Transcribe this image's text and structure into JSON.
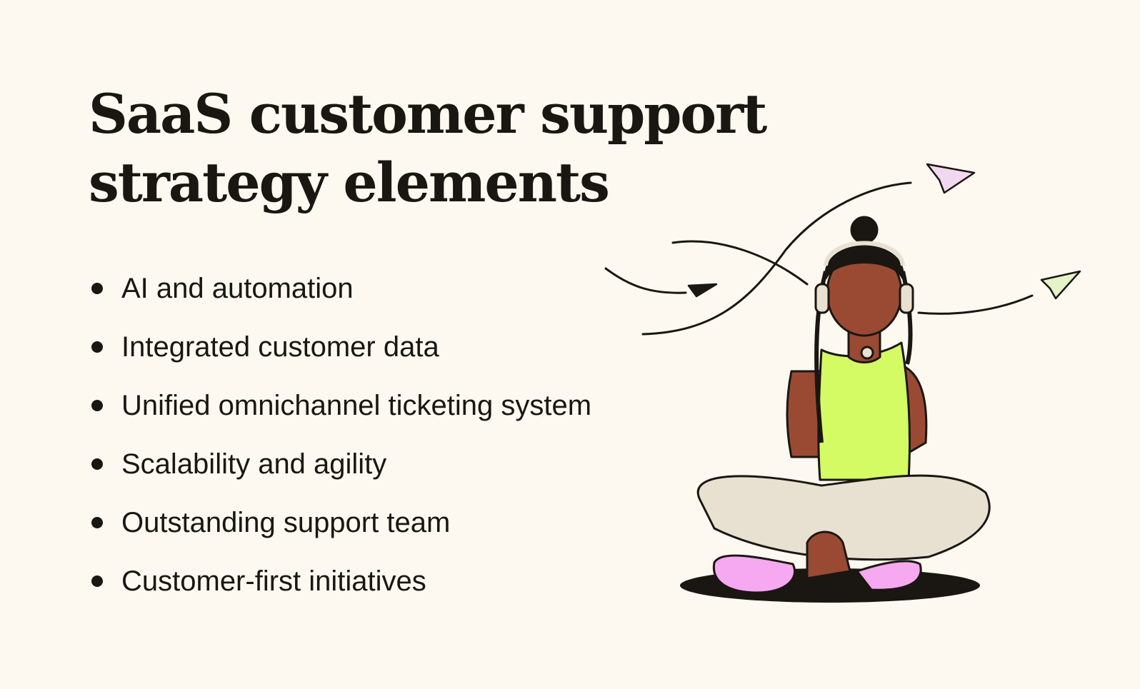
{
  "title": {
    "line1": "SaaS customer support",
    "line2": "strategy elements"
  },
  "items": [
    {
      "label": "AI and automation"
    },
    {
      "label": "Integrated customer data"
    },
    {
      "label": "Unified omnichannel ticketing system"
    },
    {
      "label": "Scalability and agility"
    },
    {
      "label": "Outstanding support team"
    },
    {
      "label": "Customer-first initiatives"
    }
  ],
  "colors": {
    "background": "#fdf9f1",
    "text": "#1a1712",
    "top": "#d4fa64",
    "shoes": "#f6a8f0",
    "skin": "#9a4a33",
    "pants": "#e8e1d1"
  },
  "illustration": "person-with-headset-sitting-cross-legged"
}
